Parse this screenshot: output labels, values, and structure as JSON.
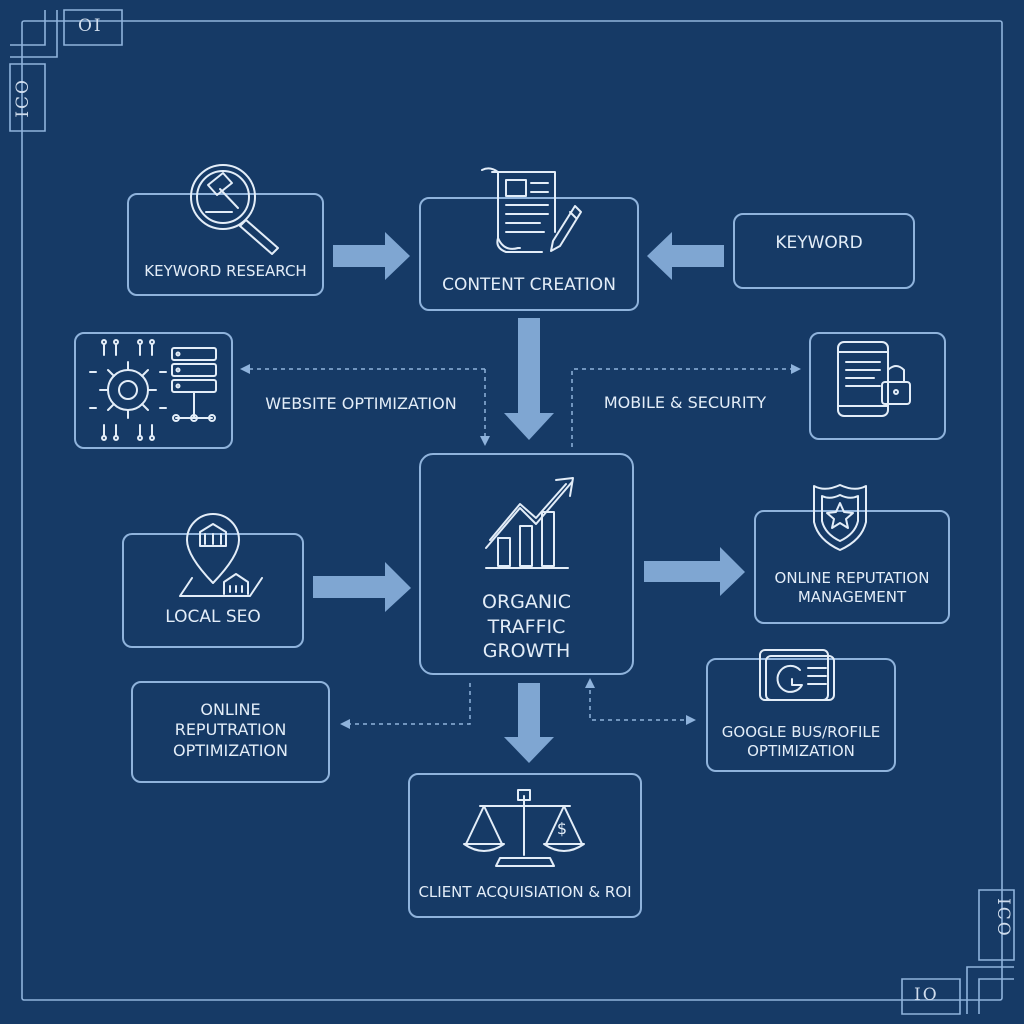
{
  "palette": {
    "background": "#163a66",
    "line": "#8fb3dc",
    "arrow": "#7fa6d2",
    "text": "#e3edf8"
  },
  "corners": {
    "top_left_horizontal": "OI",
    "top_left_vertical": "ICO",
    "bottom_right_vertical": "ICO",
    "bottom_right_horizontal": "IO"
  },
  "nodes": {
    "keyword_research": {
      "label": "KEYWORD RESEARCH",
      "icon": "magnifier-gavel-icon"
    },
    "content_creation": {
      "label": "CONTENT CREATION",
      "icon": "scroll-pen-icon"
    },
    "keyword": {
      "label": "KEYWORD"
    },
    "website_optimization": {
      "label": "WEBSITE OPTIMIZATION",
      "icon": "gear-server-icon"
    },
    "mobile_security": {
      "label": "MOBILE & SECURITY",
      "icon": "phone-lock-icon"
    },
    "organic_growth": {
      "label": "ORGANIC\nTRAFFIC\nGROWTH",
      "icon": "growth-chart-icon"
    },
    "local_seo": {
      "label": "LOCAL SEO",
      "icon": "map-pin-building-icon"
    },
    "online_reputation_management": {
      "label": "ONLINE REPUTATION\nMANAGEMENT",
      "icon": "shield-star-icon"
    },
    "online_reputation_optimization": {
      "label": "ONLINE\nREPUTRATION\nOPTIMIZATION"
    },
    "google_business_profile": {
      "label": "GOOGLE BUS/ROFILE\nOPTIMIZATION",
      "icon": "google-card-icon"
    },
    "client_acquisition": {
      "label": "CLIENT ACQUISIATION & ROI",
      "icon": "balance-scale-icon"
    }
  }
}
